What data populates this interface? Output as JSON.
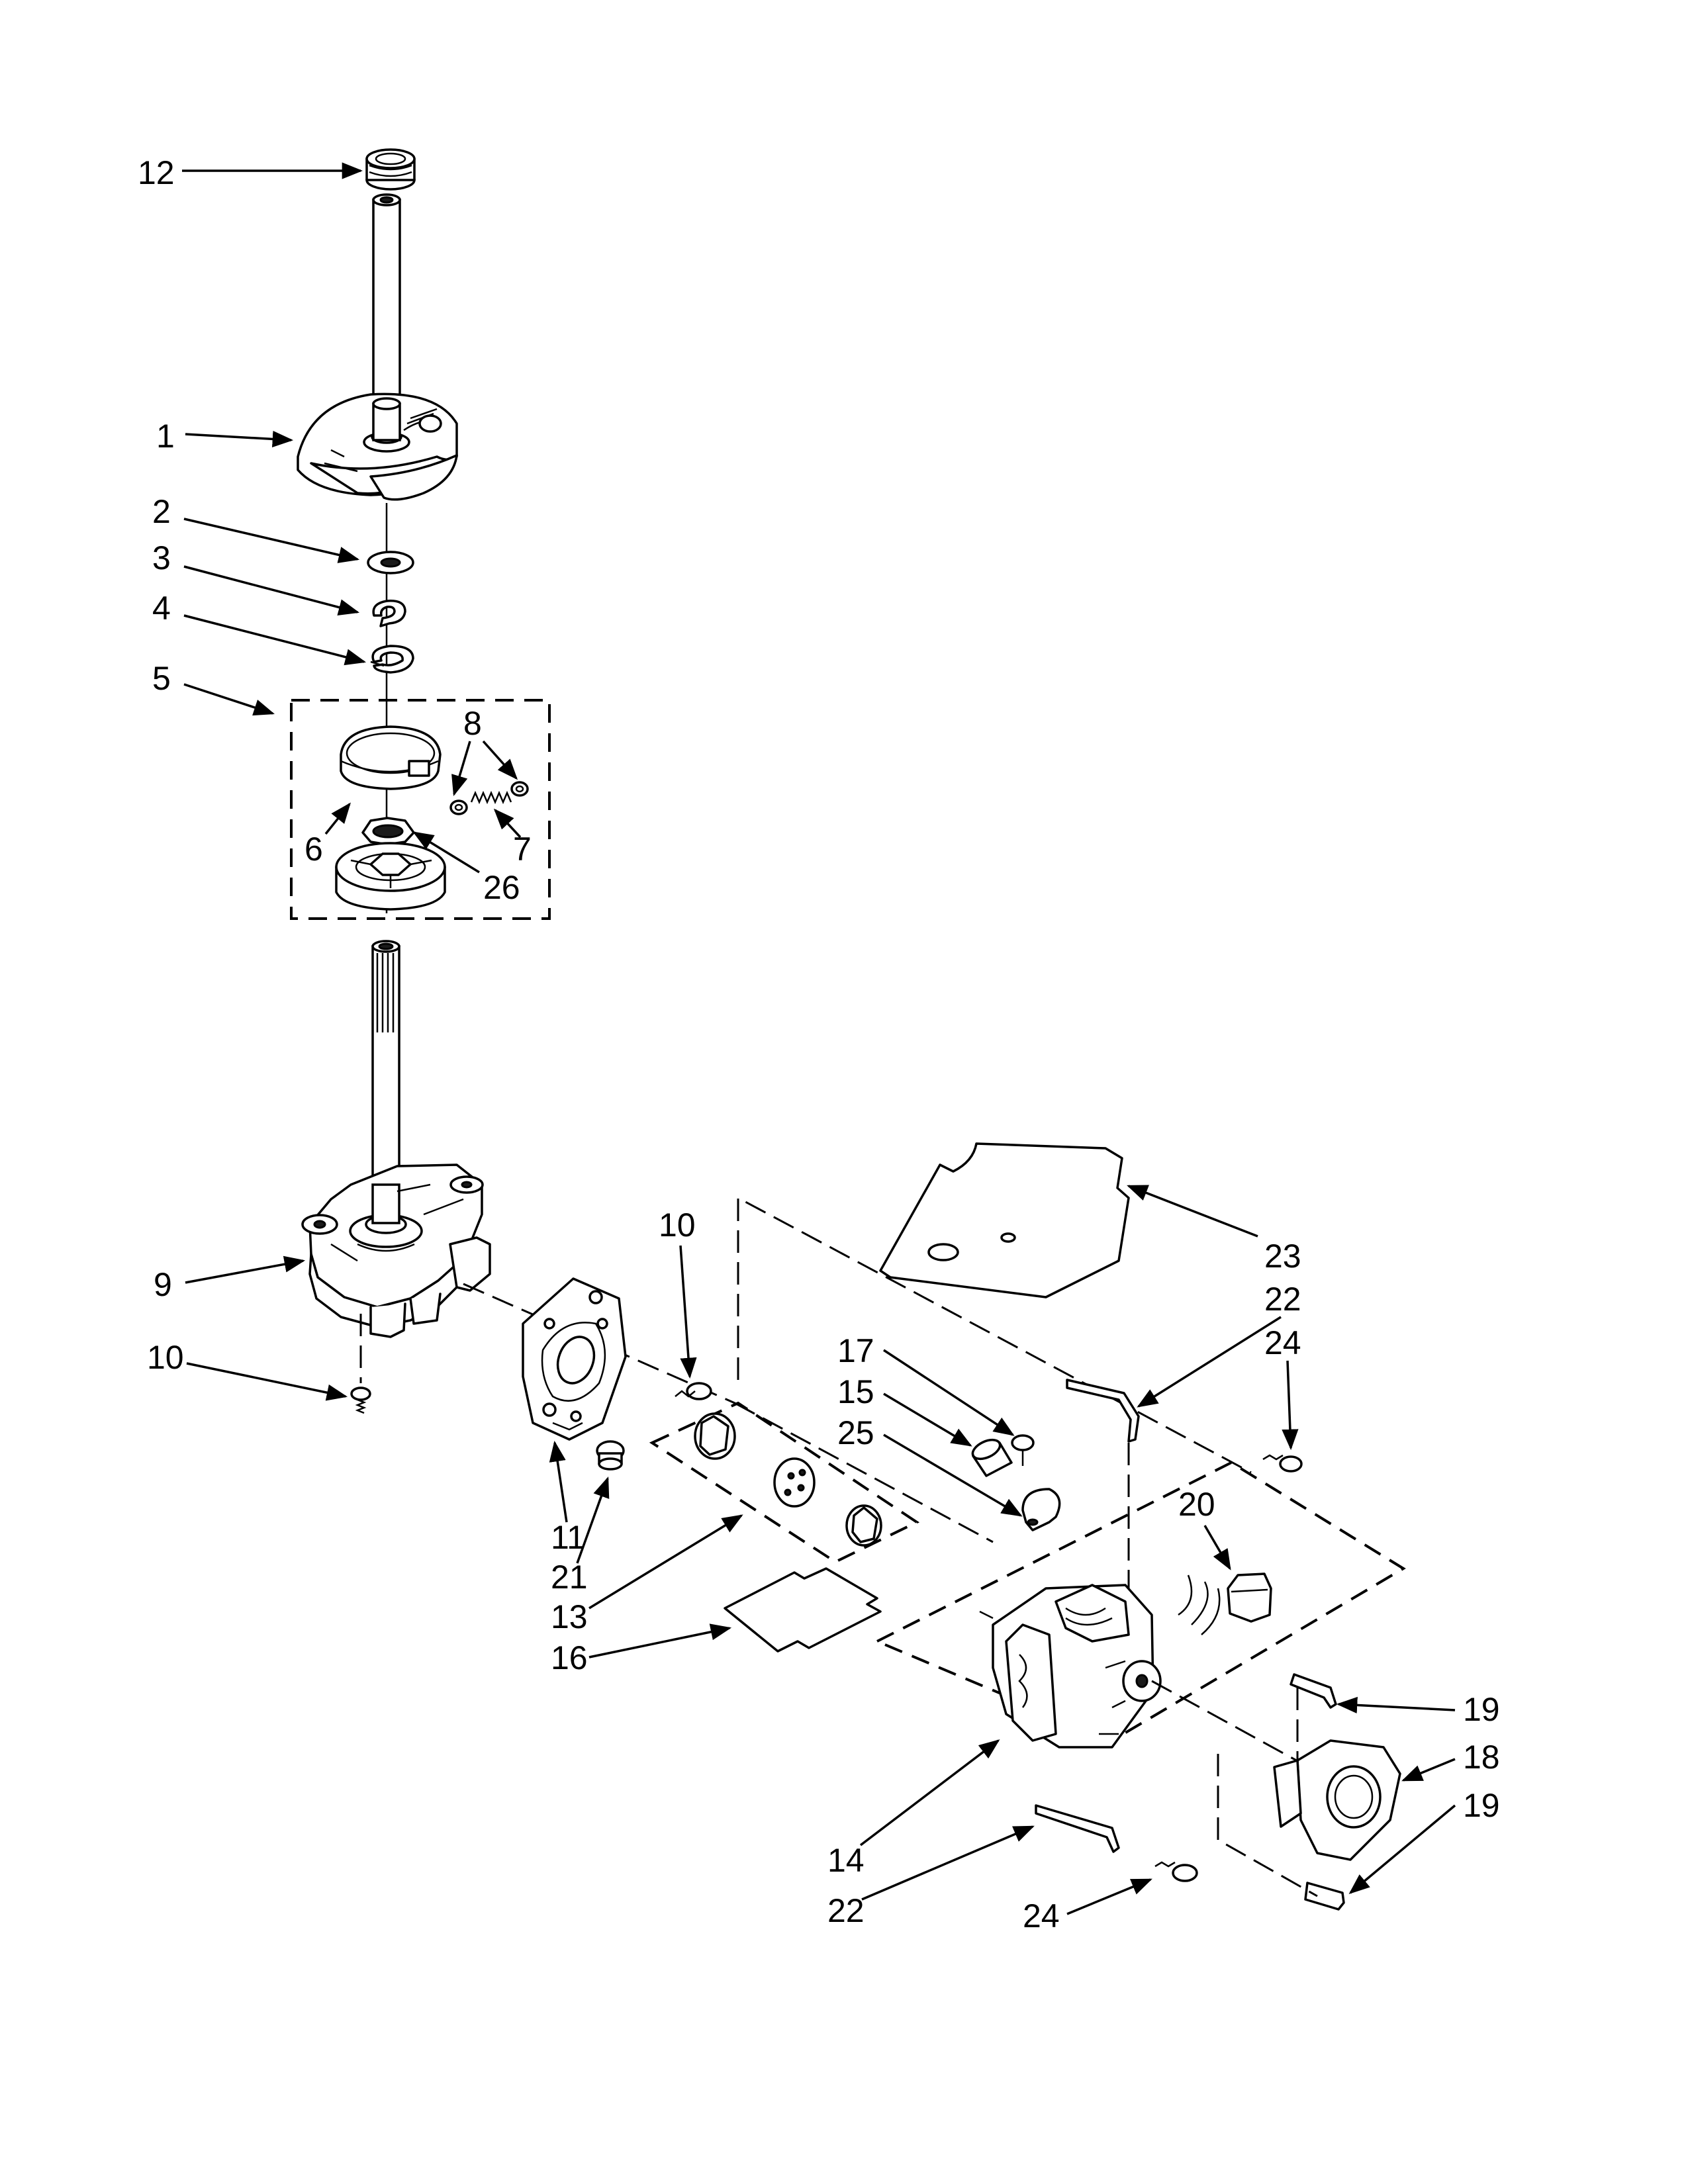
{
  "callouts": [
    {
      "id": "c12",
      "text": "12"
    },
    {
      "id": "c1",
      "text": "1"
    },
    {
      "id": "c2",
      "text": "2"
    },
    {
      "id": "c3",
      "text": "3"
    },
    {
      "id": "c4",
      "text": "4"
    },
    {
      "id": "c5",
      "text": "5"
    },
    {
      "id": "c8",
      "text": "8"
    },
    {
      "id": "c6",
      "text": "6"
    },
    {
      "id": "c7",
      "text": "7"
    },
    {
      "id": "c26",
      "text": "26"
    },
    {
      "id": "c9",
      "text": "9"
    },
    {
      "id": "c10a",
      "text": "10"
    },
    {
      "id": "c10b",
      "text": "10"
    },
    {
      "id": "c11",
      "text": "11"
    },
    {
      "id": "c21",
      "text": "21"
    },
    {
      "id": "c13",
      "text": "13"
    },
    {
      "id": "c16",
      "text": "16"
    },
    {
      "id": "c17",
      "text": "17"
    },
    {
      "id": "c15",
      "text": "15"
    },
    {
      "id": "c25",
      "text": "25"
    },
    {
      "id": "c23",
      "text": "23"
    },
    {
      "id": "c22a",
      "text": "22"
    },
    {
      "id": "c24a",
      "text": "24"
    },
    {
      "id": "c20",
      "text": "20"
    },
    {
      "id": "c19a",
      "text": "19"
    },
    {
      "id": "c18",
      "text": "18"
    },
    {
      "id": "c19b",
      "text": "19"
    },
    {
      "id": "c14",
      "text": "14"
    },
    {
      "id": "c22b",
      "text": "22"
    },
    {
      "id": "c24b",
      "text": "24"
    }
  ]
}
